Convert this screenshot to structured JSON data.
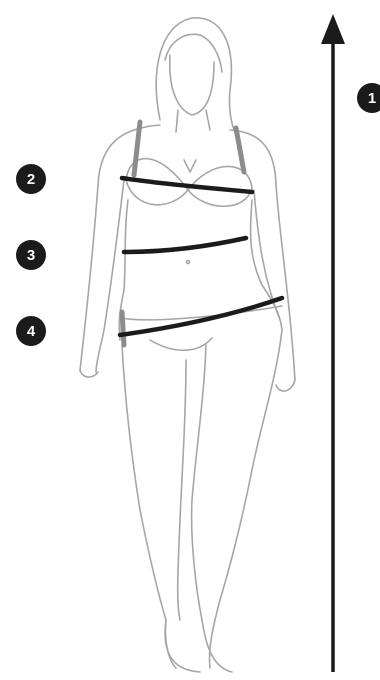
{
  "markers": [
    {
      "id": "1",
      "label": "1",
      "meaning": "height"
    },
    {
      "id": "2",
      "label": "2",
      "meaning": "bust"
    },
    {
      "id": "3",
      "label": "3",
      "meaning": "waist"
    },
    {
      "id": "4",
      "label": "4",
      "meaning": "hips"
    }
  ],
  "colors": {
    "outline": "#a6a6a6",
    "strap": "#8c8c8c",
    "measure_band": "#1b1b1b",
    "badge_fill": "#1b1b1b",
    "badge_text": "#ffffff",
    "arrow": "#1b1b1b"
  }
}
